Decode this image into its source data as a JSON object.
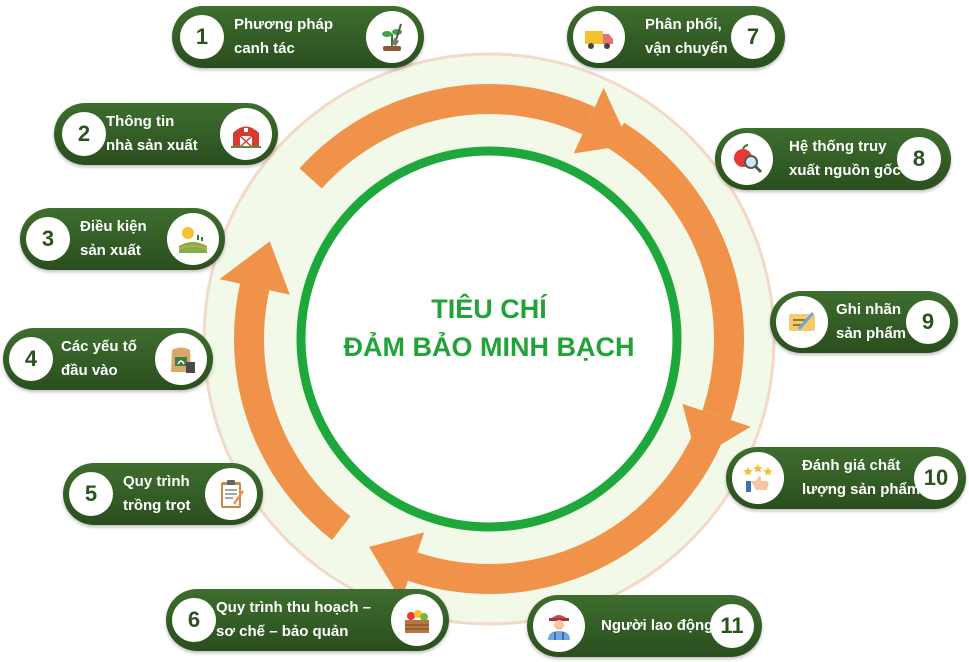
{
  "center_title": [
    "TIÊU CHÍ",
    "ĐẢM BẢO MINH BẠCH"
  ],
  "colors": {
    "pill_green": "#2f5624",
    "ring_green": "#22a33a",
    "arrow_orange": "#f0924a",
    "halo": "#f3f9e8"
  },
  "criteria": [
    {
      "number": "1",
      "lines": [
        "Phương pháp",
        "canh tác"
      ],
      "icon": "seedling-shovel-icon"
    },
    {
      "number": "2",
      "lines": [
        "Thông tin",
        "nhà sản xuất"
      ],
      "icon": "farm-barn-icon"
    },
    {
      "number": "3",
      "lines": [
        "Điều kiện",
        "sản xuất"
      ],
      "icon": "sun-field-icon"
    },
    {
      "number": "4",
      "lines": [
        "Các yếu tố",
        "đầu vào"
      ],
      "icon": "fertilizer-sack-icon"
    },
    {
      "number": "5",
      "lines": [
        "Quy trình",
        "trồng trọt"
      ],
      "icon": "clipboard-icon"
    },
    {
      "number": "6",
      "lines": [
        "Quy trình thu hoạch –",
        "sơ chế – bảo quản"
      ],
      "icon": "produce-crate-icon"
    },
    {
      "number": "7",
      "lines": [
        "Phân phối,",
        "vận chuyển"
      ],
      "icon": "delivery-truck-icon"
    },
    {
      "number": "8",
      "lines": [
        "Hệ thống truy",
        "xuất nguồn gốc"
      ],
      "icon": "apple-magnifier-icon"
    },
    {
      "number": "9",
      "lines": [
        "Ghi nhãn",
        "sản phẩm"
      ],
      "icon": "label-tag-icon"
    },
    {
      "number": "10",
      "lines": [
        "Đánh giá chất",
        "lượng sản phẩm"
      ],
      "icon": "thumbs-up-stars-icon"
    },
    {
      "number": "11",
      "lines": [
        "Người lao động"
      ],
      "icon": "farm-worker-icon"
    }
  ]
}
